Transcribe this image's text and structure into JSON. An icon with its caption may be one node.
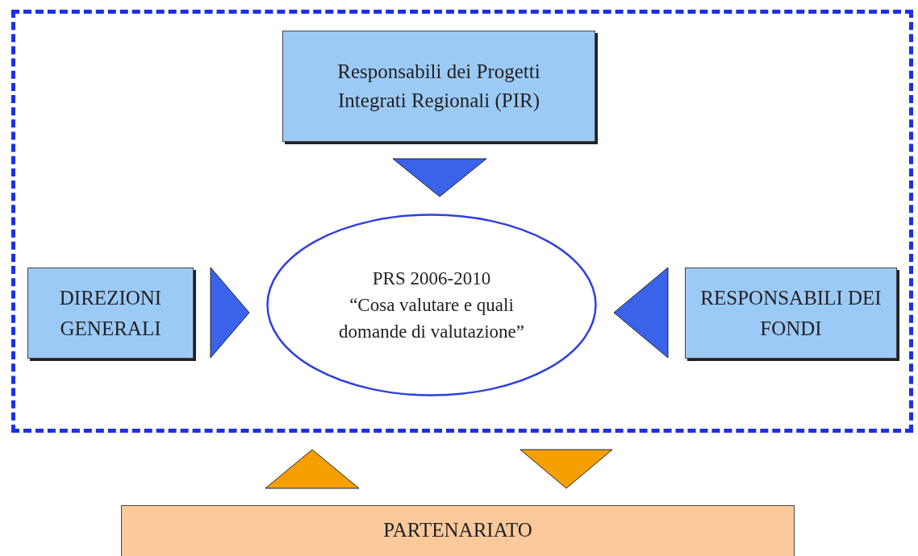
{
  "diagram": {
    "nodes": [
      {
        "text": [],
        "shape": "box"
      },
      {
        "text": [
          "Responsabili dei Progetti Integrati Regionali (PIR)"
        ],
        "in": 0
      },
      {
        "text": [
          "PRS 2006-2010",
          "“Cosa valutare e quali domande di valutazione”"
        ],
        "in": 0
      },
      {
        "text": [
          "DIREZIONI GENERALI"
        ],
        "in": 0
      },
      {
        "text": [
          "RESPONSABILI DEI FONDI"
        ],
        "in": 0
      },
      {
        "text": [
          "PARTENARIATO"
        ]
      }
    ],
    "edges": [
      {
        "from": 1,
        "to": 2,
        "arrow": "to"
      },
      {
        "from": 3,
        "to": 2,
        "arrow": "to"
      },
      {
        "from": 4,
        "to": 2,
        "arrow": "to"
      },
      {
        "from": 5,
        "to": 0,
        "arrow": "to",
        "color": "#f59f00"
      },
      {
        "from": 0,
        "to": 5,
        "arrow": "to",
        "color": "#f59f00"
      }
    ]
  }
}
